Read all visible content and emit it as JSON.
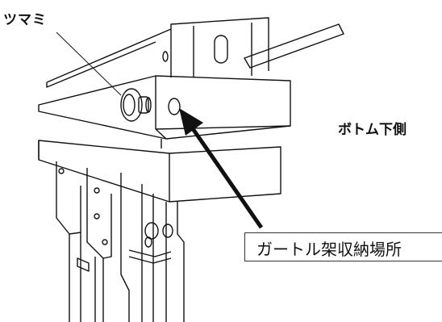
{
  "labels": {
    "knob": "ツマミ",
    "bottom_side": "ボトム下側",
    "storage_location": "ガートル架収納場所"
  },
  "icons": {
    "callout_arrow": "arrow-up-left-icon"
  },
  "colors": {
    "line": "#111111",
    "background": "#ffffff"
  }
}
